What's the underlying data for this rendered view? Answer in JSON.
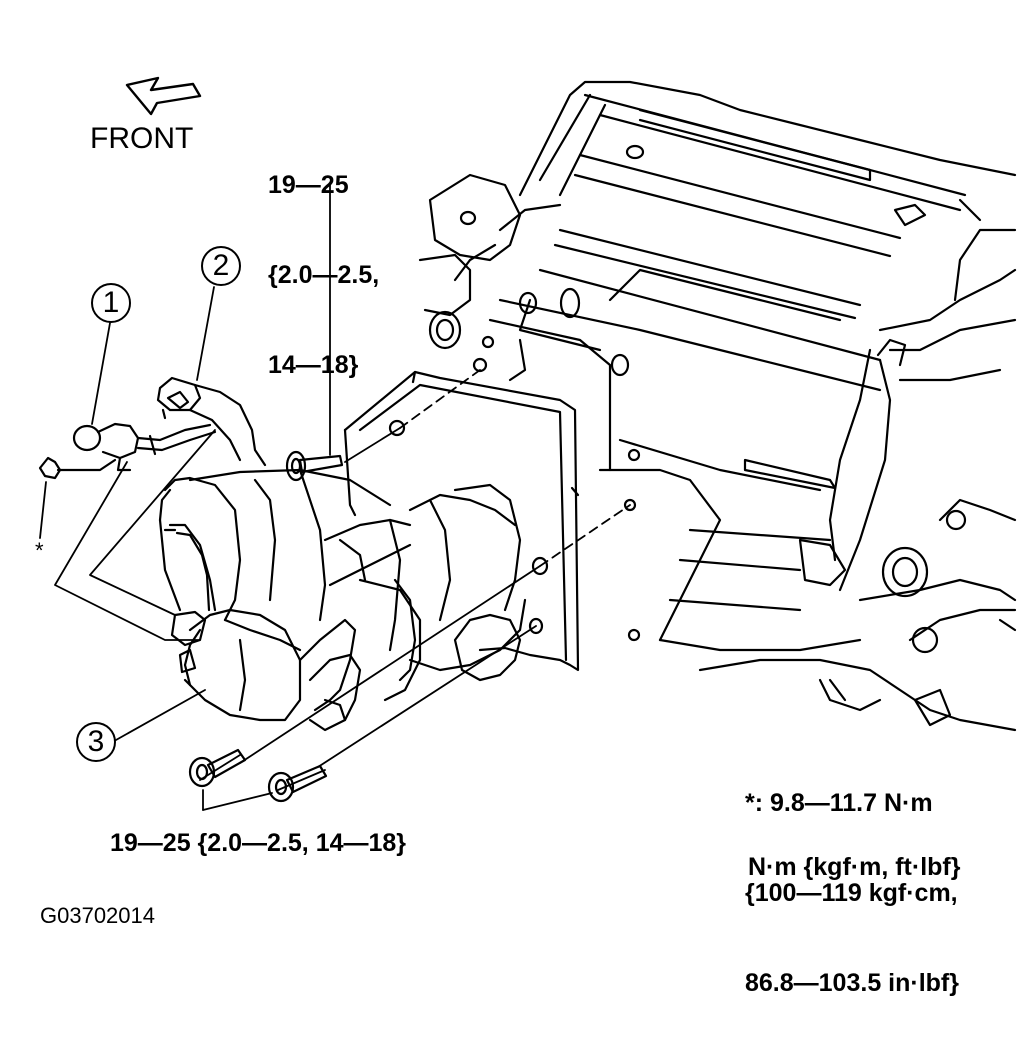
{
  "front_label": "FRONT",
  "callouts": {
    "c1": "1",
    "c2": "2",
    "c3": "3"
  },
  "torque_top": [
    "19—25",
    "{2.0—2.5,",
    "14—18}"
  ],
  "torque_bottom": "19—25 {2.0—2.5, 14—18}",
  "star_symbol": "*",
  "star_note": [
    "*: 9.8—11.7 N·m",
    "{100—119 kgf·cm,",
    "86.8—103.5 in·lbf}"
  ],
  "units_note": "N·m {kgf·m, ft·lbf}",
  "figure_code": "G03702014"
}
